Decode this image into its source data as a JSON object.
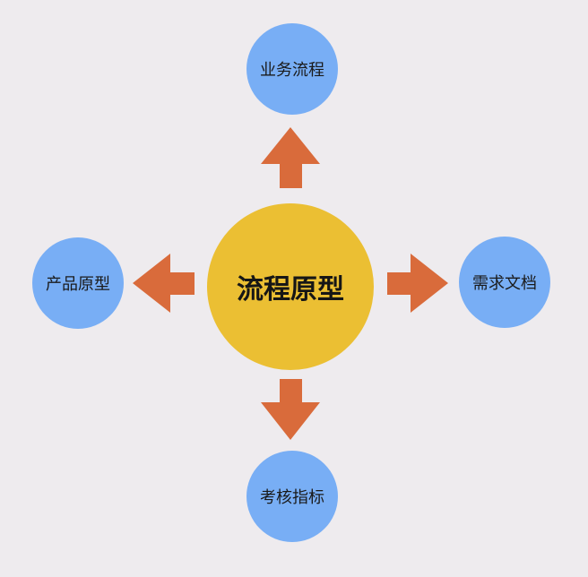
{
  "colors": {
    "background": "#eeebee",
    "center_node": "#ebbf33",
    "side_node": "#78aef5",
    "arrow": "#d96b3b"
  },
  "center": {
    "label": "流程原型"
  },
  "branches": {
    "top": {
      "label": "业务流程"
    },
    "right": {
      "label": "需求文档"
    },
    "bottom": {
      "label": "考核指标"
    },
    "left": {
      "label": "产品原型"
    }
  }
}
